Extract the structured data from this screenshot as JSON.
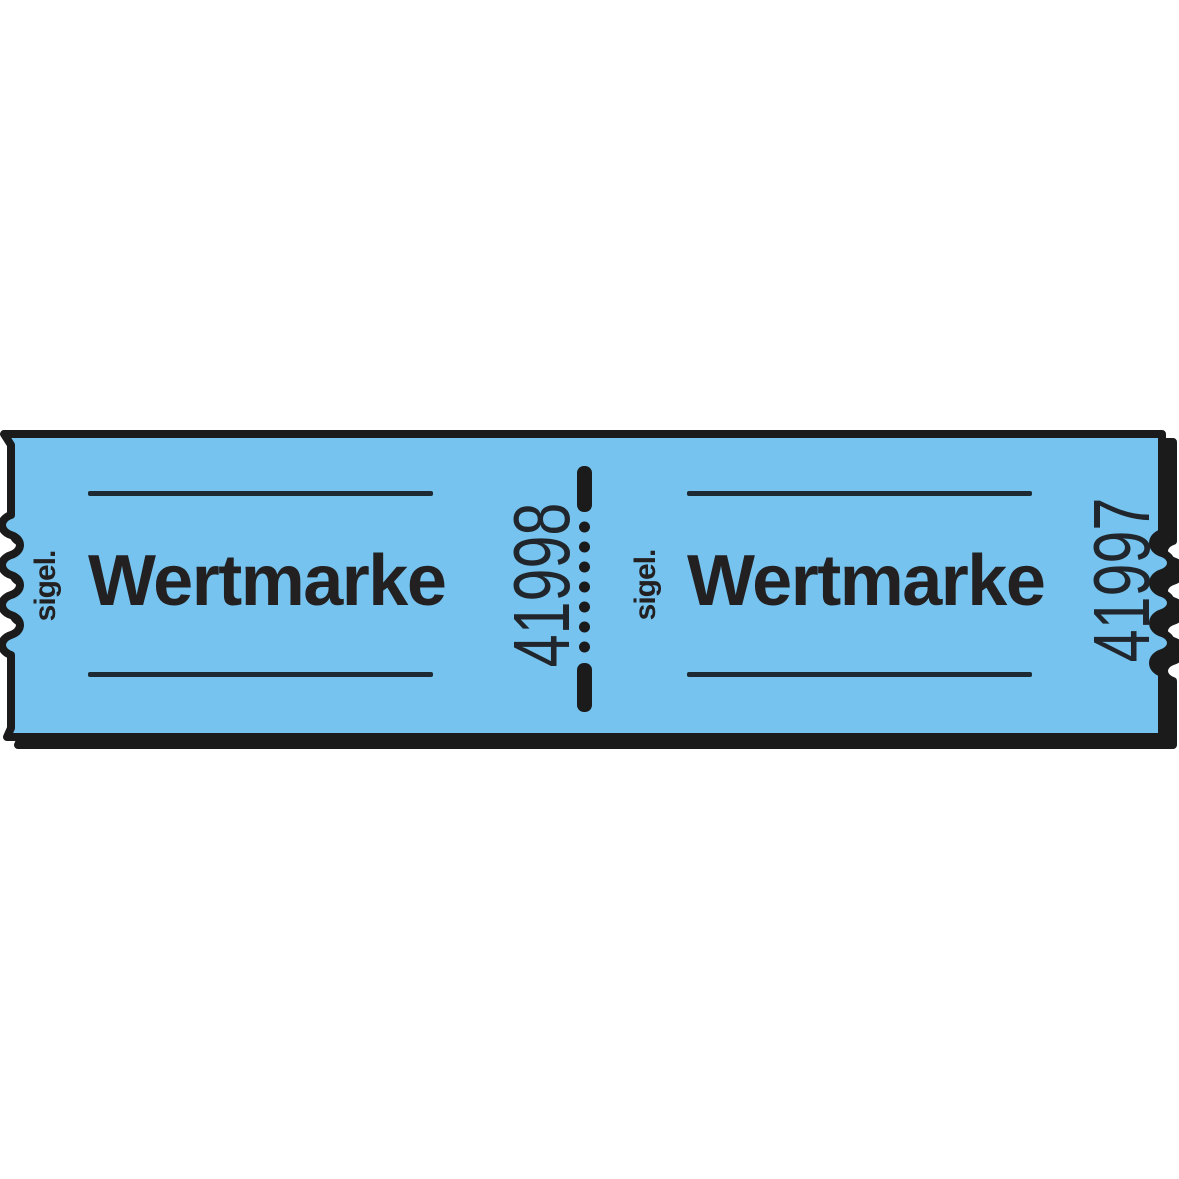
{
  "canvas": {
    "background": "#ffffff"
  },
  "colors": {
    "canvas_bg": "#ffffff",
    "ticket_fill": "#75c3ee",
    "outline_ink": "#1b1b1b",
    "rule_ink": "#1d2a33",
    "text_ink": "#232022",
    "serial_ink": "#20262b"
  },
  "tickets": [
    {
      "brand": "sigel.",
      "label": "Wertmarke",
      "serial": "41998"
    },
    {
      "brand": "sigel.",
      "label": "Wertmarke",
      "serial": "41997"
    }
  ]
}
